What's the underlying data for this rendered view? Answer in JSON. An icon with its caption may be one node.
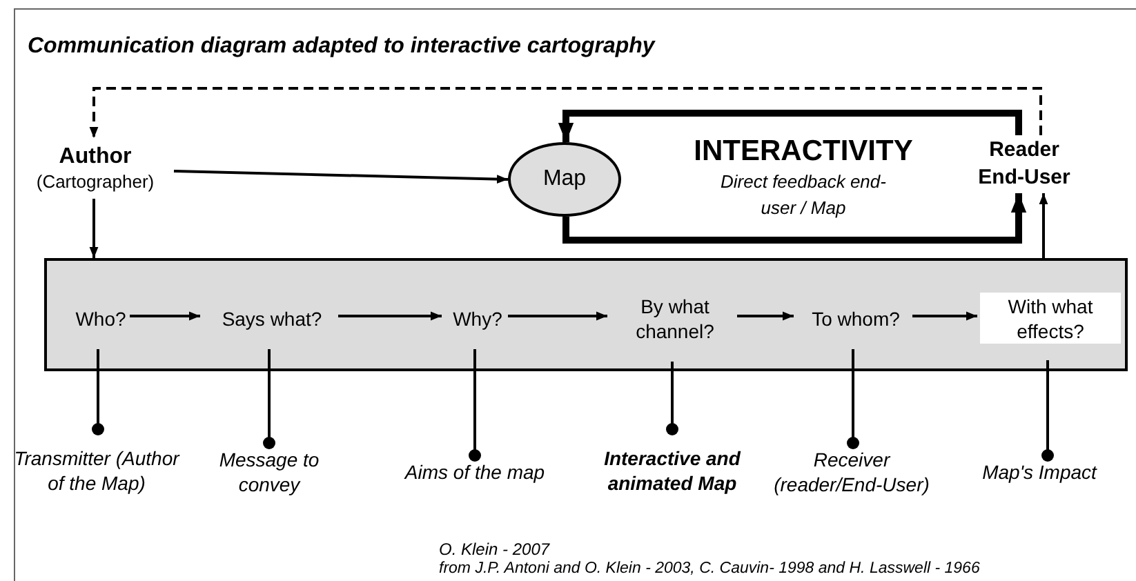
{
  "diagram": {
    "title": "Communication diagram adapted to interactive cartography",
    "nodes": [
      {
        "text": [
          "Author",
          "(Cartographer)"
        ]
      },
      {
        "text": [
          "Map"
        ]
      },
      {
        "text": [
          "Reader End-User"
        ]
      },
      {
        "text": [],
        "shape": "box"
      },
      {
        "text": [
          "Who?"
        ],
        "in": 3
      },
      {
        "text": [
          "Says what?"
        ],
        "in": 3
      },
      {
        "text": [
          "Why?"
        ],
        "in": 3
      },
      {
        "text": [
          "By what channel?"
        ],
        "in": 3
      },
      {
        "text": [
          "To whom?"
        ],
        "in": 3
      },
      {
        "text": [
          "With what effects?"
        ],
        "in": 3
      },
      {
        "text": [
          "Transmitter (Author of the Map)"
        ]
      },
      {
        "text": [
          "Message to convey"
        ]
      },
      {
        "text": [
          "Aims of the map"
        ]
      },
      {
        "text": [
          "Interactive and animated Map"
        ]
      },
      {
        "text": [
          "Receiver (reader/End-User)"
        ]
      },
      {
        "text": [
          "Map's Impact"
        ]
      }
    ],
    "edges": [
      {
        "from": 0,
        "to": 1,
        "arrow": "to"
      },
      {
        "from": 0,
        "to": 3,
        "arrow": "to"
      },
      {
        "from": 2,
        "to": 0,
        "arrow": "to",
        "style": "dashed"
      },
      {
        "from": 1,
        "to": 2,
        "arrow": "to",
        "style": "thick"
      },
      {
        "from": 2,
        "to": 1,
        "arrow": "to",
        "style": "thick"
      },
      {
        "from": 3,
        "to": 2,
        "arrow": "to"
      },
      {
        "from": 4,
        "to": 5,
        "arrow": "to"
      },
      {
        "from": 5,
        "to": 6,
        "arrow": "to"
      },
      {
        "from": 6,
        "to": 7,
        "arrow": "to"
      },
      {
        "from": 7,
        "to": 8,
        "arrow": "to"
      },
      {
        "from": 8,
        "to": 9,
        "arrow": "to"
      },
      {
        "from": 4,
        "to": 10,
        "arrow": "other"
      },
      {
        "from": 5,
        "to": 11,
        "arrow": "other"
      },
      {
        "from": 6,
        "to": 12,
        "arrow": "other"
      },
      {
        "from": 7,
        "to": 13,
        "arrow": "other"
      },
      {
        "from": 8,
        "to": 14,
        "arrow": "other"
      },
      {
        "from": 9,
        "to": 15,
        "arrow": "other"
      }
    ],
    "labels": [
      "INTERACTIVITY",
      "Direct feedback end-user / Map",
      "O. Klein - 2007",
      "from J.P. Antoni and O. Klein - 2003, C. Cauvin- 1998 and H. Lasswell - 1966"
    ]
  }
}
